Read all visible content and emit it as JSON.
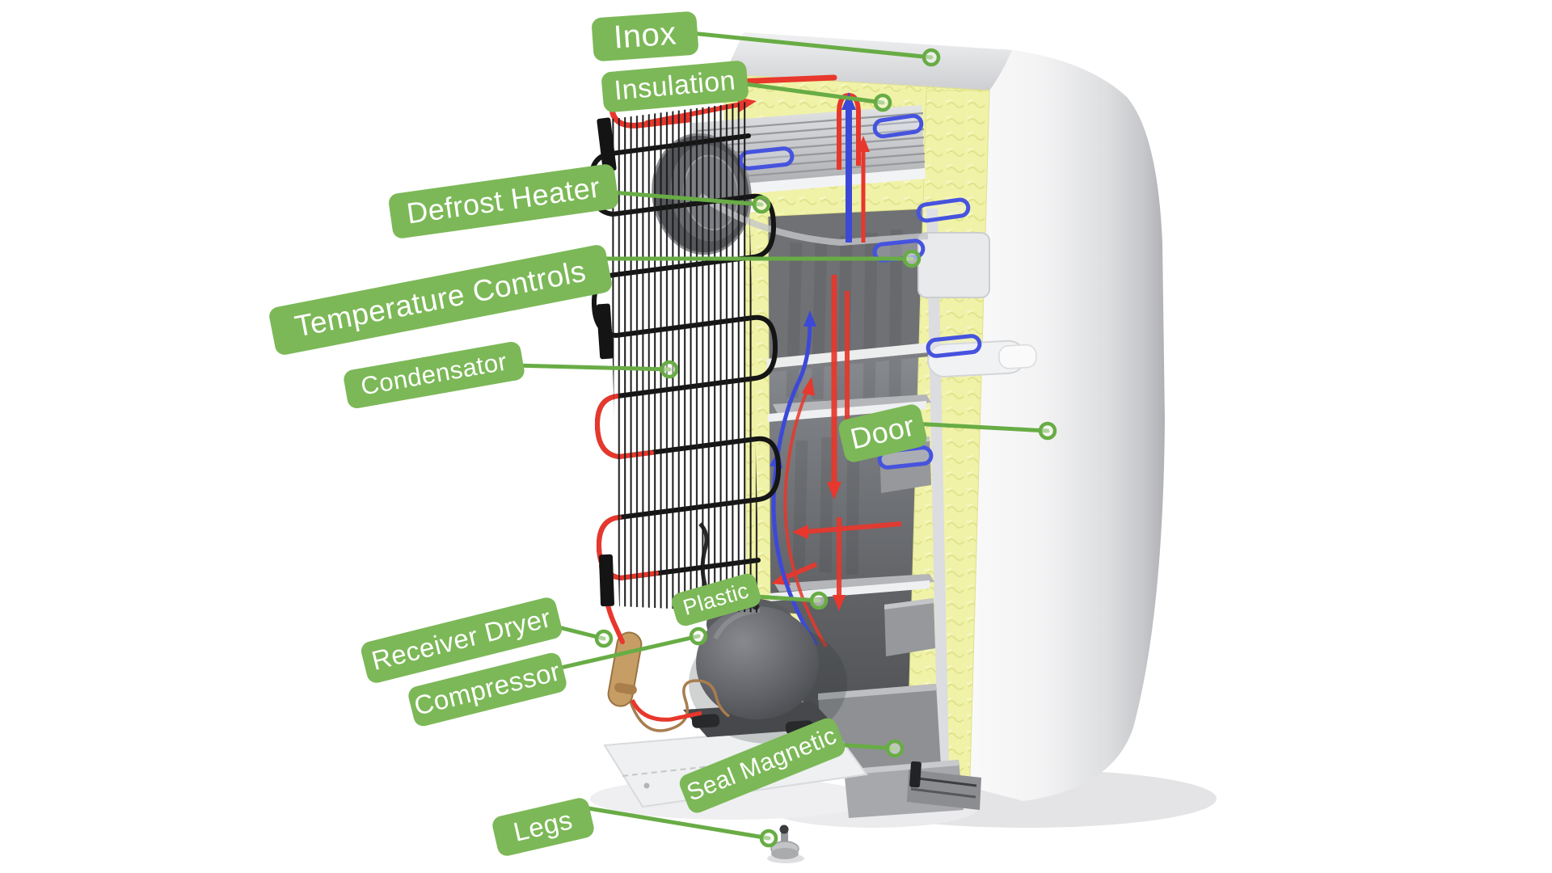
{
  "figure": {
    "subject": "refrigerator-cutaway-diagram",
    "description": "3D cutaway illustration of a refrigerator with green callout labels"
  },
  "colors": {
    "label_green": "#7cb857",
    "leader_green": "#68ac45",
    "flow_red": "#e8372c",
    "flow_blue": "#3c49d8",
    "insulation_yellow": "#f0f2a8",
    "background": "#ffffff"
  },
  "labels": [
    {
      "id": "inox",
      "text": "Inox"
    },
    {
      "id": "insulation",
      "text": "Insulation"
    },
    {
      "id": "defrost-heater",
      "text": "Defrost Heater"
    },
    {
      "id": "temperature-controls",
      "text": "Temperature Controls"
    },
    {
      "id": "condensator",
      "text": "Condensator"
    },
    {
      "id": "door",
      "text": "Door"
    },
    {
      "id": "plastic",
      "text": "Plastic"
    },
    {
      "id": "receiver-dryer",
      "text": "Receiver Dryer"
    },
    {
      "id": "compressor",
      "text": "Compressor"
    },
    {
      "id": "seal-magnetic",
      "text": "Seal Magnetic"
    },
    {
      "id": "legs",
      "text": "Legs"
    }
  ]
}
